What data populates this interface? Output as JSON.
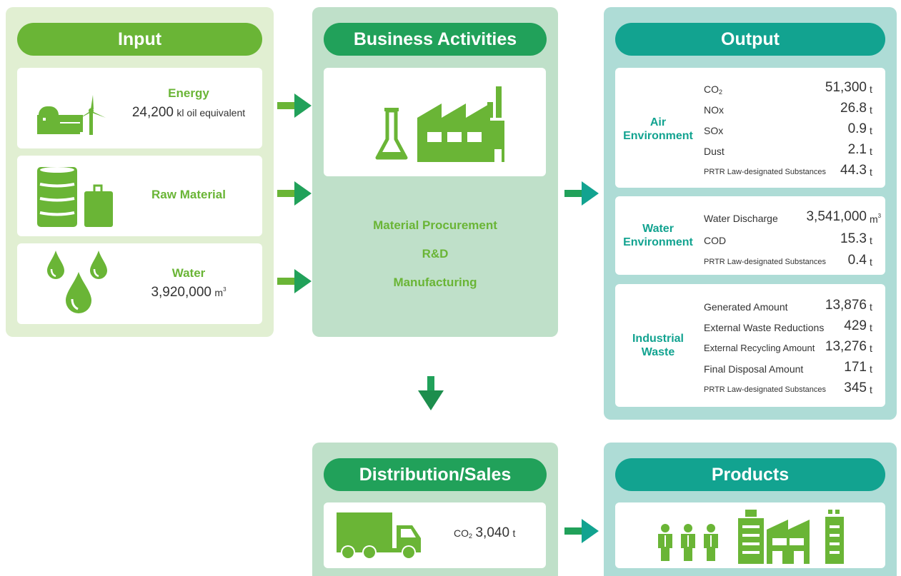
{
  "input": {
    "title": "Input",
    "energy": {
      "label": "Energy",
      "value": "24,200",
      "unit": "kl oil equivalent"
    },
    "raw_material": {
      "label": "Raw Material"
    },
    "water": {
      "label": "Water",
      "value": "3,920,000",
      "unit": "m",
      "unit_sup": "3"
    }
  },
  "business": {
    "title": "Business Activities",
    "activities": [
      "Material Procurement",
      "R&D",
      "Manufacturing"
    ]
  },
  "output": {
    "title": "Output",
    "air": {
      "label_line1": "Air",
      "label_line2": "Environment",
      "rows": [
        {
          "label": "CO",
          "label_sub": "2",
          "value": "51,300",
          "unit": "t"
        },
        {
          "label": "NOx",
          "value": "26.8",
          "unit": "t"
        },
        {
          "label": "SOx",
          "value": "0.9",
          "unit": "t"
        },
        {
          "label": "Dust",
          "value": "2.1",
          "unit": "t"
        },
        {
          "label": "PRTR Law-designated Substances",
          "value": "44.3",
          "unit": "t"
        }
      ]
    },
    "water": {
      "label_line1": "Water",
      "label_line2": "Environment",
      "rows": [
        {
          "label": "Water Discharge",
          "value": "3,541,000",
          "unit": "m",
          "unit_sup": "3"
        },
        {
          "label": "COD",
          "value": "15.3",
          "unit": "t"
        },
        {
          "label": "PRTR Law-designated Substances",
          "value": "0.4",
          "unit": "t"
        }
      ]
    },
    "waste": {
      "label_line1": "Industrial",
      "label_line2": "Waste",
      "rows": [
        {
          "label": "Generated Amount",
          "value": "13,876",
          "unit": "t"
        },
        {
          "label": "External Waste Reductions",
          "value": "429",
          "unit": "t"
        },
        {
          "label": "External Recycling Amount",
          "value": "13,276",
          "unit": "t"
        },
        {
          "label": "Final Disposal Amount",
          "value": "171",
          "unit": "t"
        },
        {
          "label": "PRTR Law-designated Substances",
          "value": "345",
          "unit": "t"
        }
      ]
    }
  },
  "distribution": {
    "title": "Distribution/Sales",
    "co2_label": "CO",
    "co2_sub": "2",
    "co2_value": "3,040",
    "co2_unit": "t"
  },
  "products": {
    "title": "Products"
  },
  "colors": {
    "input_panel": "#e1efd2",
    "business_panel": "#bfe0c9",
    "output_panel": "#aedcd6",
    "input_pill": "#6ab536",
    "business_pill": "#21a15a",
    "output_pill": "#12a390",
    "icon_green": "#6ab536",
    "teal_text": "#12a390"
  }
}
